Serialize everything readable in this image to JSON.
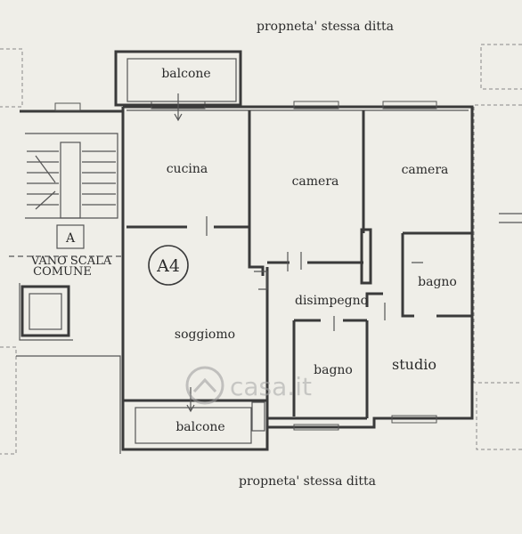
{
  "labels": {
    "top_note": "propneta' stessa ditta",
    "bottom_note": "propneta' stessa ditta",
    "balcone_top": "balcone",
    "balcone_bottom": "balcone",
    "cucina": "cucina",
    "camera_1": "camera",
    "camera_2": "camera",
    "disimpegno": "disimpegno",
    "bagno_1": "bagno",
    "bagno_2": "bagno",
    "studio": "studio",
    "soggiorno": "soggiomo",
    "unit_id": "A4",
    "stair_letter": "A",
    "vano_scala": "VANO SCALA",
    "comune": "COMUNE"
  },
  "watermark": "casa.it"
}
